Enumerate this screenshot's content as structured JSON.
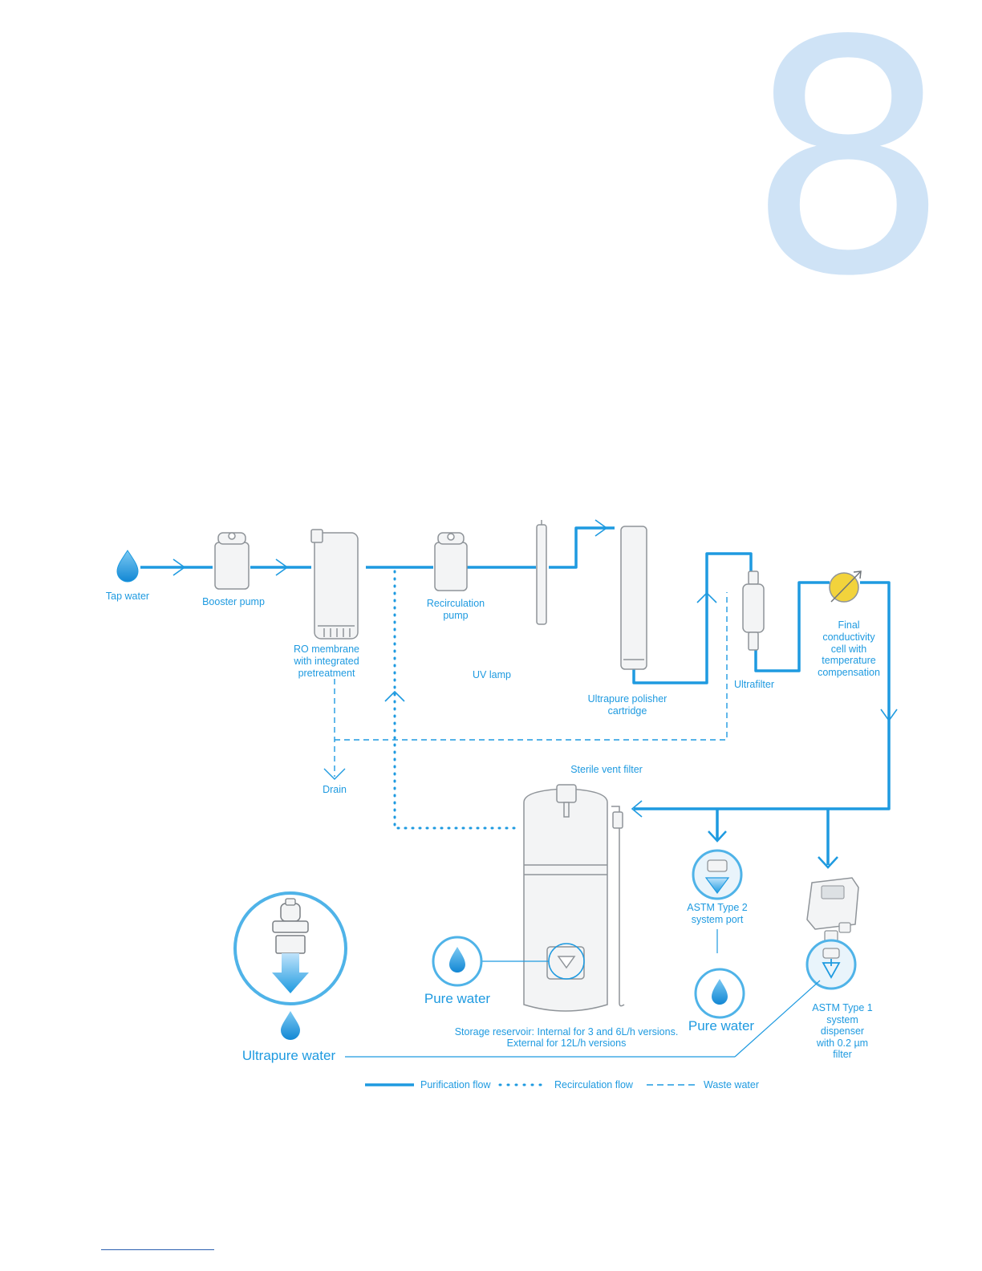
{
  "chapter_number": "8",
  "colors": {
    "flow": "#1e9ae0",
    "equipment": "#8f9499",
    "equipment_fill": "#f3f4f5",
    "accent_yellow": "#f2d33c"
  },
  "labels": {
    "tap_water": "Tap water",
    "booster_pump": "Booster pump",
    "ro_membrane": [
      "RO membrane",
      "with integrated",
      "pretreatment"
    ],
    "recirculation_pump": [
      "Recirculation",
      "pump"
    ],
    "uv_lamp": "UV lamp",
    "ultrapure_polisher": [
      "Ultrapure polisher",
      "cartridge"
    ],
    "ultrafilter": "Ultrafilter",
    "final_conductivity": [
      "Final",
      "conductivity",
      "cell with",
      "temperature",
      "compensation"
    ],
    "drain": "Drain",
    "sterile_vent_filter": "Sterile vent filter",
    "astm_type2": [
      "ASTM Type 2",
      "system port"
    ],
    "astm_type1": [
      "ASTM Type 1",
      "system",
      "dispenser",
      "with 0.2 µm",
      "filter"
    ],
    "pure_water_reservoir": "Pure water",
    "pure_water_port": "Pure water",
    "ultrapure_water": "Ultrapure water",
    "storage_reservoir": [
      "Storage reservoir: Internal for 3 and 6L/h versions.",
      "External for 12L/h versions"
    ]
  },
  "legend": {
    "purification": "Purification flow",
    "recirculation": "Recirculation flow",
    "waste": "Waste water"
  }
}
